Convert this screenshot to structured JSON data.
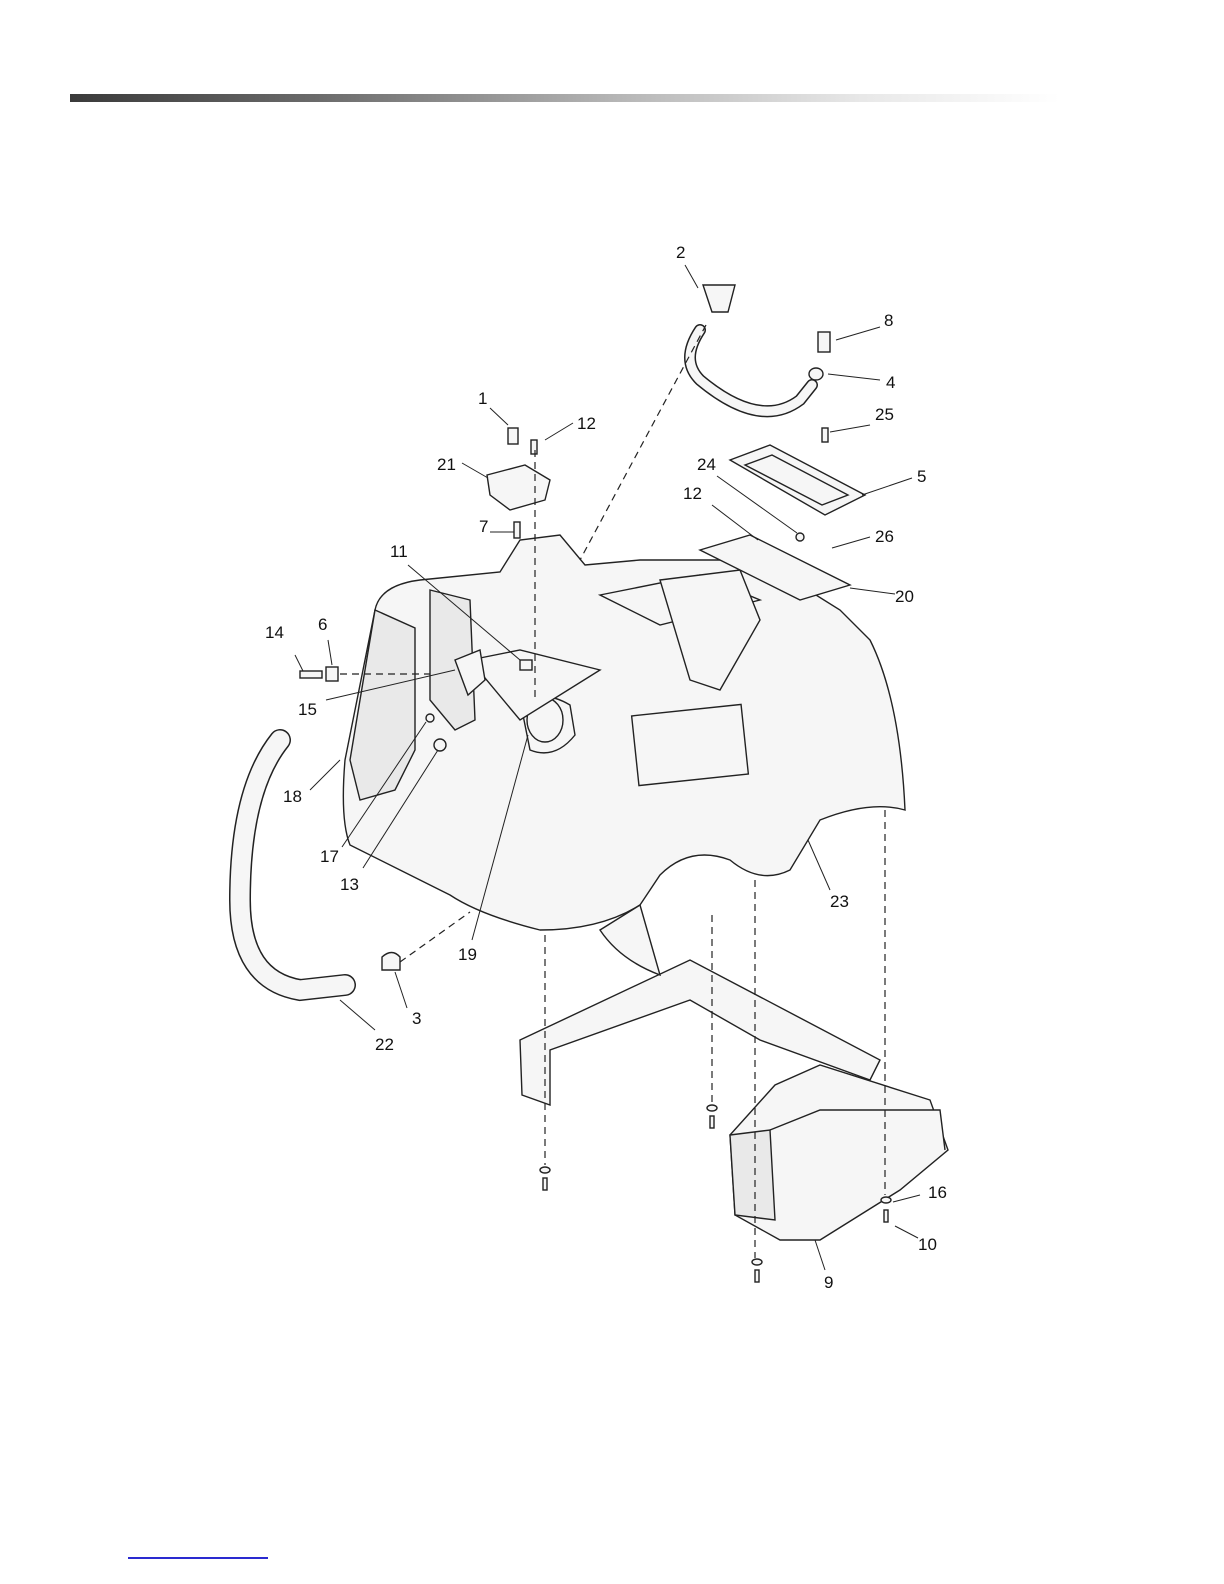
{
  "callouts": [
    {
      "label": "1"
    },
    {
      "label": "2"
    },
    {
      "label": "3"
    },
    {
      "label": "4"
    },
    {
      "label": "5"
    },
    {
      "label": "6"
    },
    {
      "label": "7"
    },
    {
      "label": "8"
    },
    {
      "label": "9"
    },
    {
      "label": "10"
    },
    {
      "label": "11"
    },
    {
      "label": "12"
    },
    {
      "label": "12"
    },
    {
      "label": "13"
    },
    {
      "label": "14"
    },
    {
      "label": "15"
    },
    {
      "label": "16"
    },
    {
      "label": "17"
    },
    {
      "label": "18"
    },
    {
      "label": "19"
    },
    {
      "label": "20"
    },
    {
      "label": "21"
    },
    {
      "label": "22"
    },
    {
      "label": "23"
    },
    {
      "label": "24"
    },
    {
      "label": "25"
    },
    {
      "label": "26"
    }
  ],
  "colors": {
    "line": "#222222",
    "fill": "#f6f6f6",
    "link": "#2a2ad0"
  }
}
